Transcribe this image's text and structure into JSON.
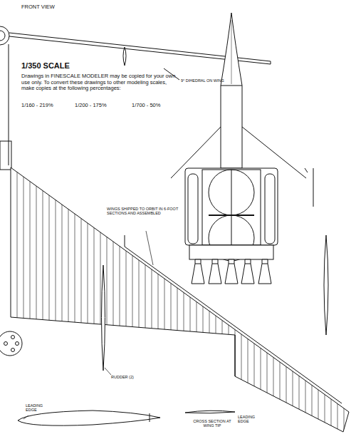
{
  "diagram": {
    "labels": [
      "FRONT VIEW",
      "9° DIHEDRAL ON WING",
      "1/350 SCALE",
      "Drawings in FINESCALE MODELER may be copied for your own use only. To convert these drawings to other modeling scales, make copies at the following percentages:",
      "1/160 - 219%",
      "1/200 - 175%",
      "1/700 - 50%",
      "WINGS SHIPPED TO ORBIT IN 6-FOOT SECTIONS AND ASSEMBLED",
      "RUDDER (2)",
      "LEADING EDGE",
      "CROSS SECTION AT WING TIP",
      "LEADING EDGE"
    ]
  }
}
